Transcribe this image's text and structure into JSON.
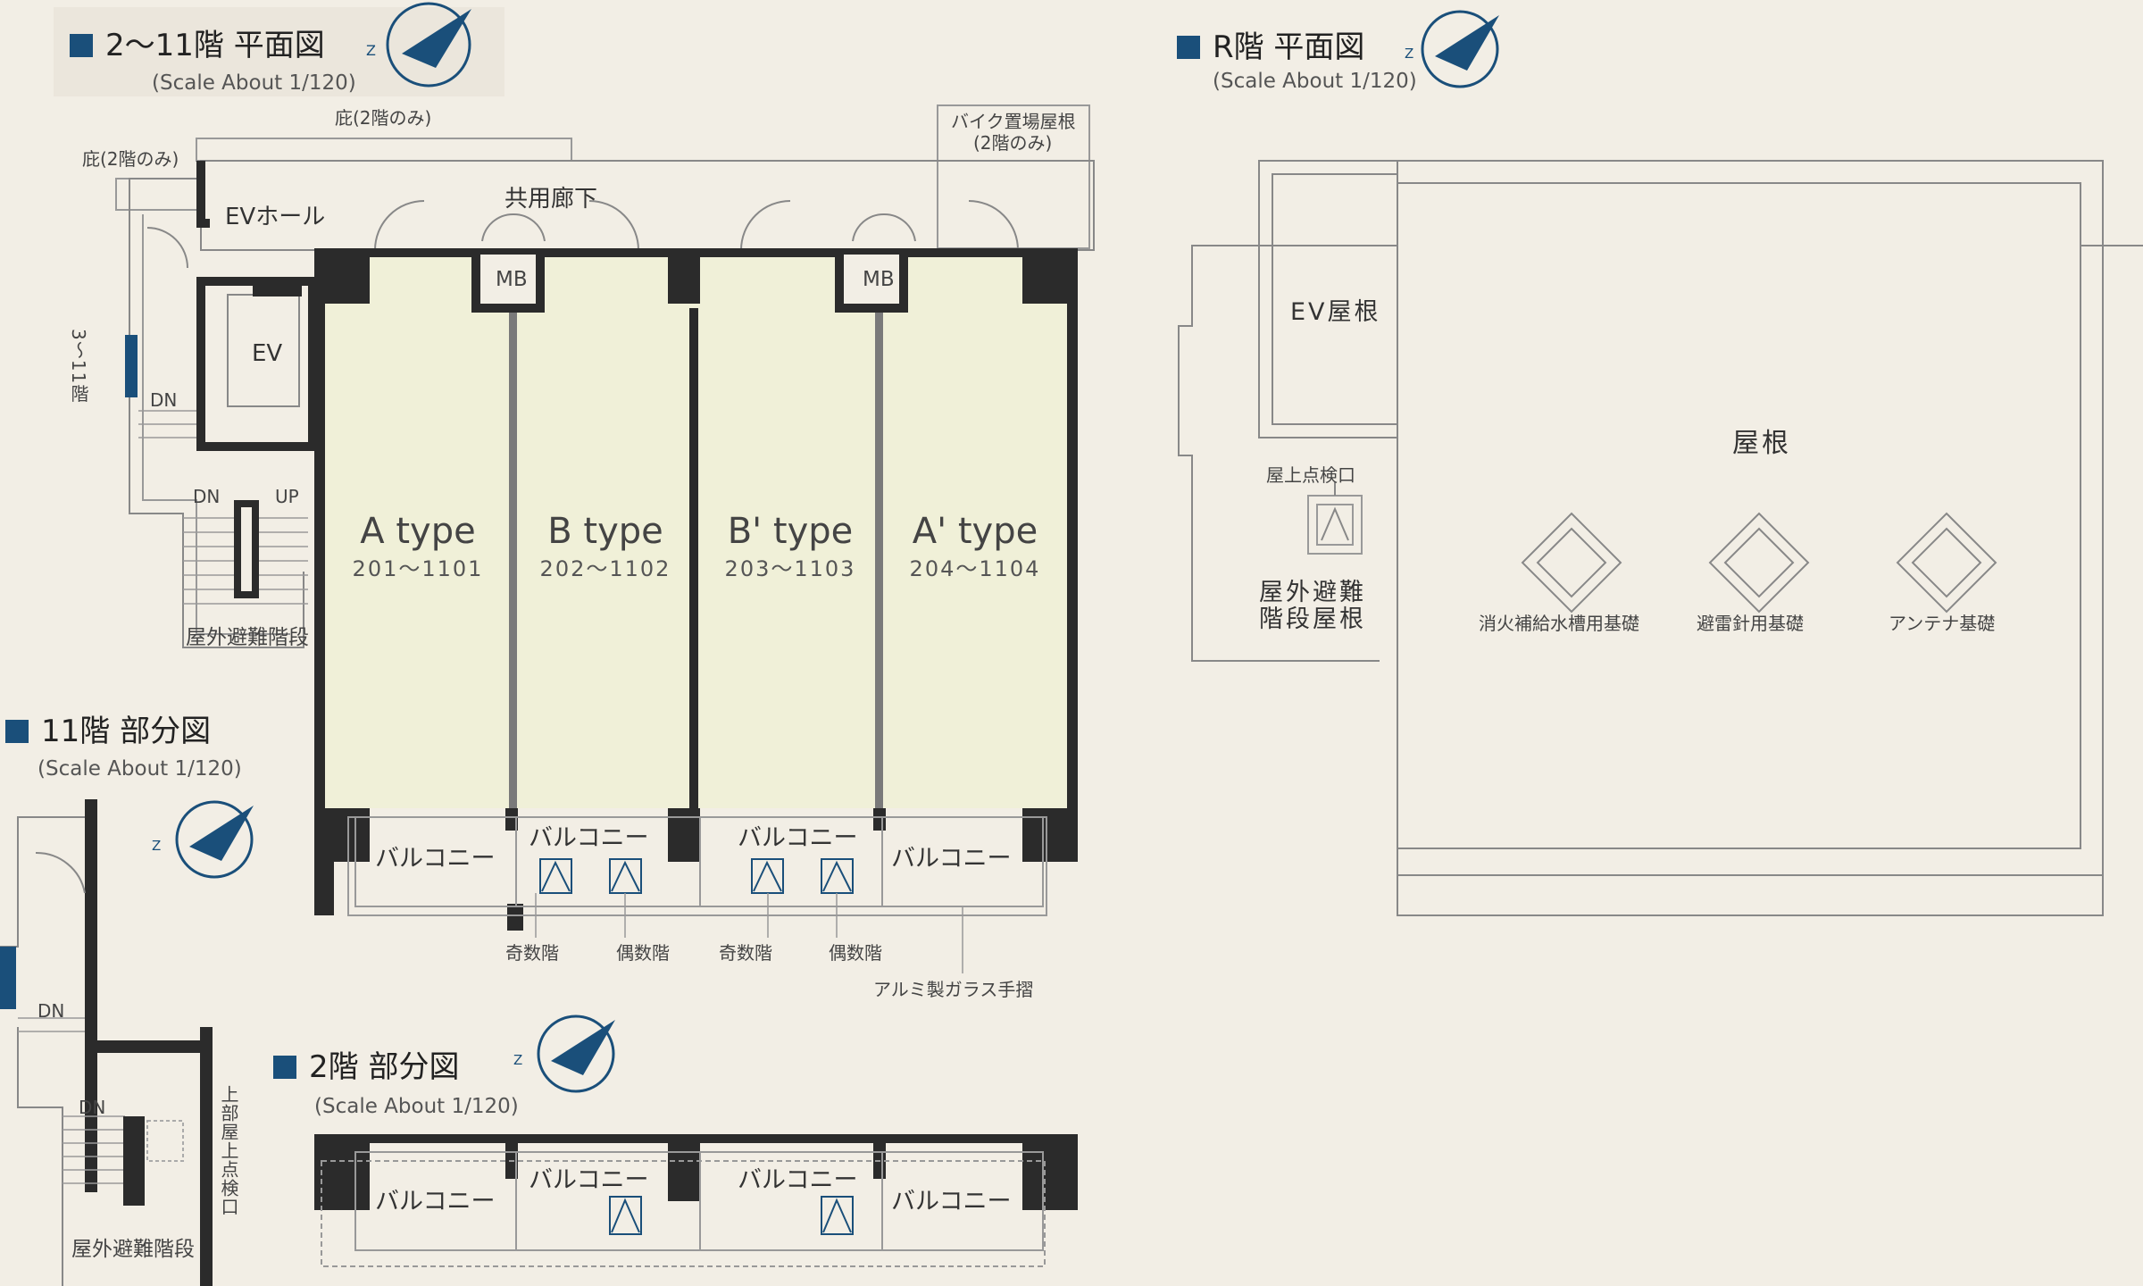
{
  "headings": {
    "plan_2_11": "2〜11階 平面図",
    "plan_r": "R階 平面図",
    "plan_11": "11階 部分図",
    "plan_2": "2階 部分図",
    "scale": "(Scale About 1/120)"
  },
  "labels": {
    "eave_2f_only": "庇(2階のみ)",
    "bike_roof": "バイク置場屋根",
    "bike_roof_sub": "(2階のみ)",
    "corridor": "共用廊下",
    "ev_hall": "EVホール",
    "ev": "EV",
    "mb": "MB",
    "floors_3_11": "3〜11階",
    "dn": "DN",
    "up": "UP",
    "outdoor_stairs": "屋外避難階段",
    "odd_floor": "奇数階",
    "even_floor": "偶数階",
    "railing": "アルミ製ガラス手摺",
    "balcony": "バルコニー",
    "roof_inspection_above": "上部屋上点検口"
  },
  "units": [
    {
      "type": "A type",
      "rooms": "201〜1101"
    },
    {
      "type": "B type",
      "rooms": "202〜1102"
    },
    {
      "type": "B' type",
      "rooms": "203〜1103"
    },
    {
      "type": "A' type",
      "rooms": "204〜1104"
    }
  ],
  "roof_floor": {
    "ev_roof": "EV屋根",
    "roof": "屋根",
    "roof_hatch": "屋上点検口",
    "stairs_roof_line1": "屋外避難",
    "stairs_roof_line2": "階段屋根",
    "foundations": [
      "消火補給水槽用基礎",
      "避雷針用基礎",
      "アンテナ基礎"
    ]
  },
  "colors": {
    "unit_fill": "#f0f0d8",
    "wall": "#2b2b2b",
    "accent": "#1a4f7a",
    "page_bg": "#f2eee5"
  }
}
